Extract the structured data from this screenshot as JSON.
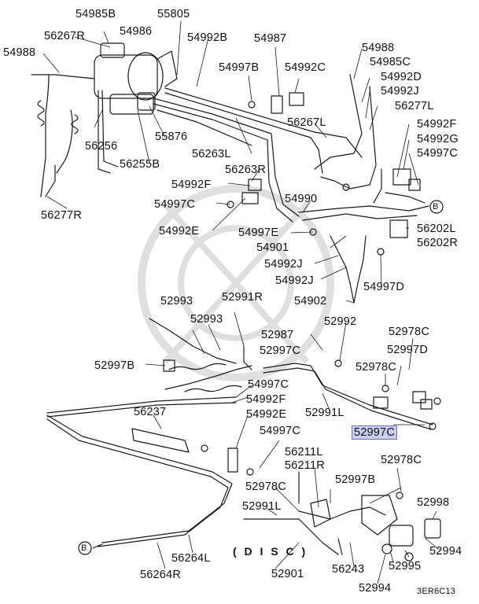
{
  "parts": [
    {
      "id": "p54985B",
      "label": "54985B"
    },
    {
      "id": "p55805",
      "label": "55805"
    },
    {
      "id": "p56267R",
      "label": "56267R"
    },
    {
      "id": "p54986",
      "label": "54986"
    },
    {
      "id": "p54988a",
      "label": "54988"
    },
    {
      "id": "p54992B",
      "label": "54992B"
    },
    {
      "id": "p54987",
      "label": "54987"
    },
    {
      "id": "p54988b",
      "label": "54988"
    },
    {
      "id": "p54985C",
      "label": "54985C"
    },
    {
      "id": "p54997B",
      "label": "54997B"
    },
    {
      "id": "p54992C",
      "label": "54992C"
    },
    {
      "id": "p54992D",
      "label": "54992D"
    },
    {
      "id": "p54992J",
      "label": "54992J"
    },
    {
      "id": "p56277L",
      "label": "56277L"
    },
    {
      "id": "p56267L",
      "label": "56267L"
    },
    {
      "id": "p54992F_r",
      "label": "54992F"
    },
    {
      "id": "p56256",
      "label": "56256"
    },
    {
      "id": "p55876",
      "label": "55876"
    },
    {
      "id": "p54992G",
      "label": "54992G"
    },
    {
      "id": "p54997C_r",
      "label": "54997C"
    },
    {
      "id": "p56255B",
      "label": "56255B"
    },
    {
      "id": "p56263L",
      "label": "56263L"
    },
    {
      "id": "p56263R",
      "label": "56263R"
    },
    {
      "id": "p54992F_l",
      "label": "54992F"
    },
    {
      "id": "p54990",
      "label": "54990"
    },
    {
      "id": "p54997C_l",
      "label": "54997C"
    },
    {
      "id": "p56277R",
      "label": "56277R"
    },
    {
      "id": "p54992E_l",
      "label": "54992E"
    },
    {
      "id": "p54997E",
      "label": "54997E"
    },
    {
      "id": "p56202L",
      "label": "56202L"
    },
    {
      "id": "p56202R",
      "label": "56202R"
    },
    {
      "id": "p54901",
      "label": "54901"
    },
    {
      "id": "p54992J_b",
      "label": "54992J"
    },
    {
      "id": "p54992J_c",
      "label": "54992J"
    },
    {
      "id": "p54997D",
      "label": "54997D"
    },
    {
      "id": "p54902",
      "label": "54902"
    },
    {
      "id": "p52993a",
      "label": "52993"
    },
    {
      "id": "p52991R",
      "label": "52991R"
    },
    {
      "id": "p52993b",
      "label": "52993"
    },
    {
      "id": "p52987",
      "label": "52987"
    },
    {
      "id": "p52992",
      "label": "52992"
    },
    {
      "id": "p52978C_a",
      "label": "52978C"
    },
    {
      "id": "p52997C_a",
      "label": "52997C"
    },
    {
      "id": "p52997D",
      "label": "52997D"
    },
    {
      "id": "p52997B_a",
      "label": "52997B"
    },
    {
      "id": "p52978C_b",
      "label": "52978C"
    },
    {
      "id": "p54997C_m",
      "label": "54997C"
    },
    {
      "id": "p54992F_m",
      "label": "54992F"
    },
    {
      "id": "p56237",
      "label": "56237"
    },
    {
      "id": "p52991L_a",
      "label": "52991L"
    },
    {
      "id": "p54992E_m",
      "label": "54992E"
    },
    {
      "id": "p52997C_hl",
      "label": "52997C",
      "highlight": true
    },
    {
      "id": "p54997C_b",
      "label": "54997C"
    },
    {
      "id": "p56211L",
      "label": "56211L"
    },
    {
      "id": "p56211R",
      "label": "56211R"
    },
    {
      "id": "p52978C_c",
      "label": "52978C"
    },
    {
      "id": "p52997B_b",
      "label": "52997B"
    },
    {
      "id": "p52978C_d",
      "label": "52978C"
    },
    {
      "id": "p52991L_b",
      "label": "52991L"
    },
    {
      "id": "p52998",
      "label": "52998"
    },
    {
      "id": "p52994a",
      "label": "52994"
    },
    {
      "id": "p52901",
      "label": "52901"
    },
    {
      "id": "p56243",
      "label": "56243"
    },
    {
      "id": "p52995",
      "label": "52995"
    },
    {
      "id": "p56264L",
      "label": "56264L"
    },
    {
      "id": "p56264R",
      "label": "56264R"
    },
    {
      "id": "p52994b",
      "label": "52994"
    }
  ],
  "disc_label": "( D I S C )",
  "connector_b": "B",
  "diagram_code": "3ER6C13",
  "colors": {
    "line": "#1a1a1a",
    "highlight": "#c9cdf0"
  }
}
